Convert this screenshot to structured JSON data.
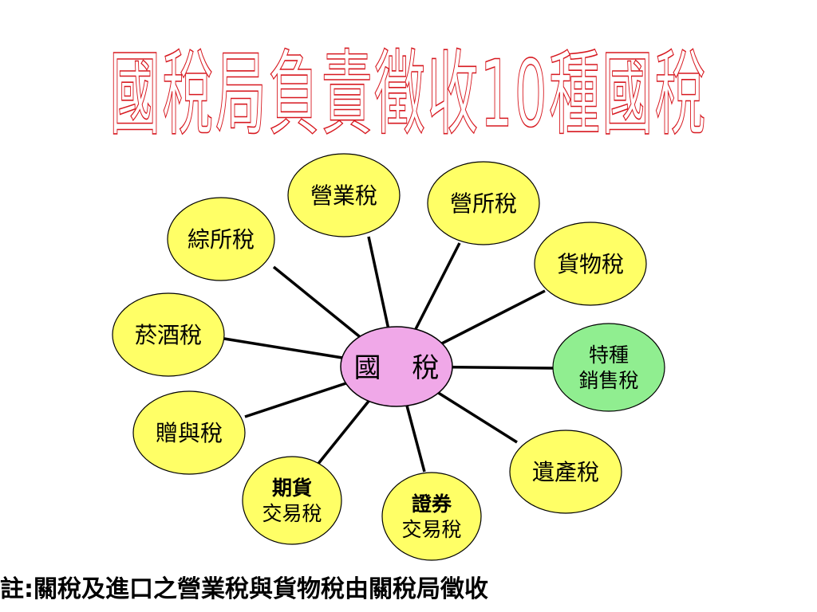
{
  "title": "國稅局負責徵收10種國稅",
  "center": {
    "label": "國 稅",
    "color": "#f0a8e8"
  },
  "colors": {
    "title_outline": "#d71920",
    "node_yellow": "#ffff66",
    "node_green": "#90ee90",
    "stroke": "#000000"
  },
  "nodes": [
    {
      "id": "zongsuo",
      "lines": [
        "綜所稅"
      ]
    },
    {
      "id": "yingye",
      "lines": [
        "營業稅"
      ]
    },
    {
      "id": "yingsuo",
      "lines": [
        "營所稅"
      ]
    },
    {
      "id": "huowu",
      "lines": [
        "貨物稅"
      ]
    },
    {
      "id": "yanjiu",
      "lines": [
        "菸酒稅"
      ]
    },
    {
      "id": "tezhong",
      "lines": [
        "特種",
        "銷售稅"
      ]
    },
    {
      "id": "zengyu",
      "lines": [
        "贈與稅"
      ]
    },
    {
      "id": "yichan",
      "lines": [
        "遺產稅"
      ]
    },
    {
      "id": "qihuo",
      "lines": [
        "期貨",
        "交易稅"
      ]
    },
    {
      "id": "zhengquan",
      "lines": [
        "證券",
        "交易稅"
      ]
    }
  ],
  "note": "註:關稅及進口之營業稅與貨物稅由關稅局徵收"
}
